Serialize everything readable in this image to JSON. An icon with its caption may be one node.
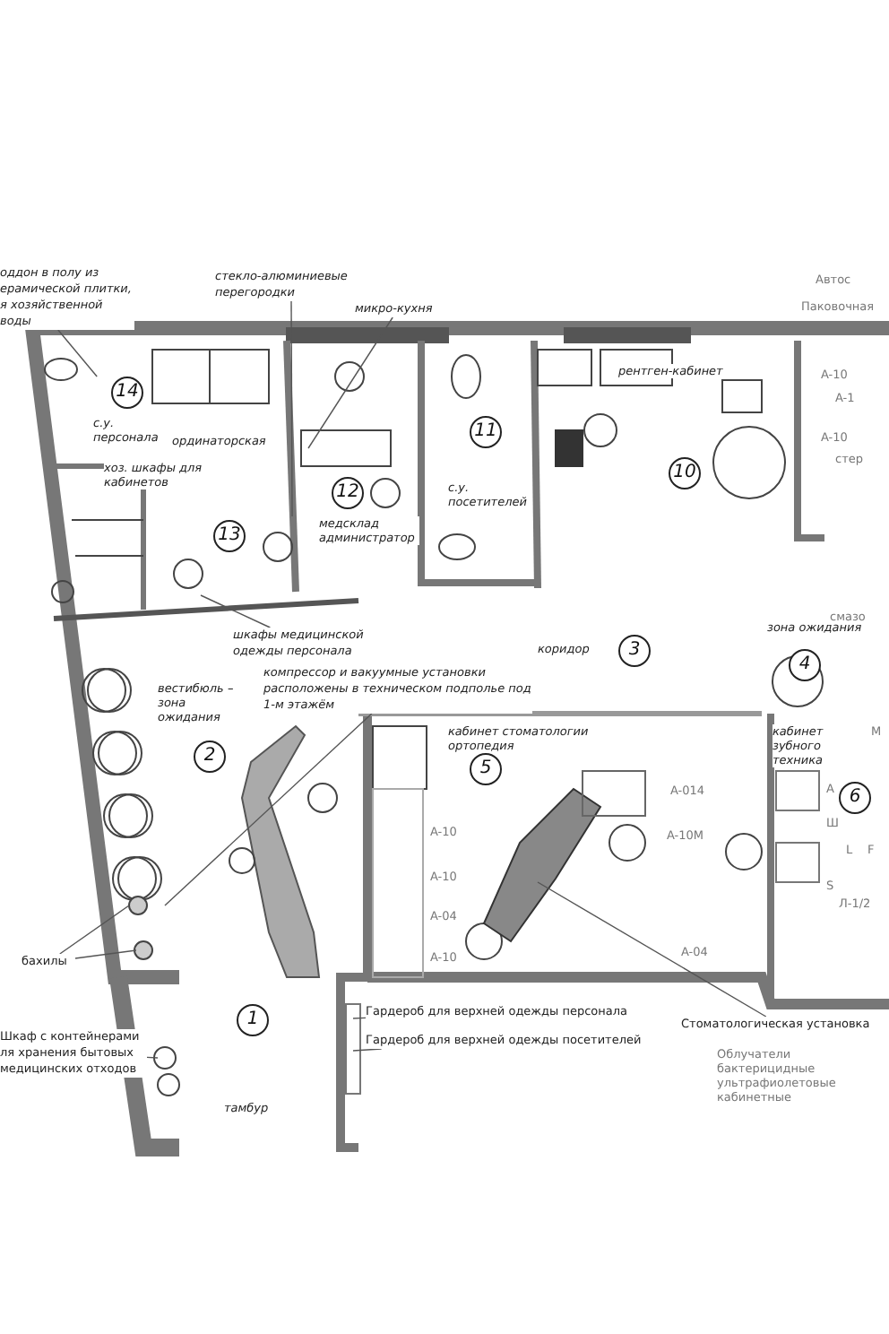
{
  "diagram": {
    "nodes": [
      {
        "text": [
          "14",
          "с.у. персонала"
        ]
      },
      {
        "text": [
          "ординаторская",
          "13"
        ]
      },
      {
        "text": [
          "12",
          "медсклад администратор"
        ]
      },
      {
        "text": [
          "11",
          "с.у. посетителей"
        ]
      },
      {
        "text": [
          "рентген-кабинет",
          "10"
        ]
      },
      {
        "text": [
          "вестибюль – зона ожидания",
          "2"
        ]
      },
      {
        "text": [
          "коридор",
          "3"
        ]
      },
      {
        "text": [
          "зона ожидания",
          "4"
        ]
      },
      {
        "text": [
          "кабинет стоматологии ортопедия",
          "5"
        ]
      },
      {
        "text": [
          "кабинет зубного техника",
          "6"
        ]
      },
      {
        "text": [
          "1",
          "тамбур"
        ]
      },
      {
        "text": [
          "оддон в полу из ерамической плитки, я хозяйственной воды"
        ]
      },
      {
        "text": [
          "стекло-алюминиевые перегородки"
        ]
      },
      {
        "text": [
          "микро-кухня"
        ]
      },
      {
        "text": [
          "шкафы медицинской одежды персонала"
        ]
      },
      {
        "text": [
          "компрессор и вакуумные установки расположены в техническом подполье под 1-м этажём"
        ]
      },
      {
        "text": [
          "бахилы"
        ]
      },
      {
        "text": [
          "Шкаф с контейнерами ля хранения бытовых медицинских отходов"
        ]
      },
      {
        "text": [
          "Гардероб для верхней одежды персонала"
        ]
      },
      {
        "text": [
          "Гардероб для верхней одежды посетителей"
        ]
      },
      {
        "text": [
          "Стоматологическая установка"
        ]
      }
    ],
    "edges": [
      {
        "from": 11,
        "to": 0,
        "arrow": "none"
      },
      {
        "from": 12,
        "to": null,
        "arrow": "none"
      },
      {
        "from": 13,
        "to": null,
        "arrow": "none"
      },
      {
        "from": 14,
        "to": null,
        "arrow": "none"
      },
      {
        "from": 15,
        "to": null,
        "arrow": "none"
      },
      {
        "from": 16,
        "to": null,
        "arrow": "none"
      },
      {
        "from": 16,
        "to": null,
        "arrow": "none"
      },
      {
        "from": 17,
        "to": null,
        "arrow": "none"
      },
      {
        "from": 18,
        "to": null,
        "arrow": "none"
      },
      {
        "from": 19,
        "to": null,
        "arrow": "none"
      },
      {
        "from": 20,
        "to": null,
        "arrow": "none"
      }
    ],
    "labels": [
      "Автос",
      "Паковочная",
      "хоз. шкафы для кабинетов",
      "A-10",
      "A-1",
      "A-10",
      "стер",
      "смазо",
      "A-014",
      "A-10",
      "A-10M",
      "A-10",
      "A-04",
      "A-10",
      "A-04",
      "M",
      "A",
      "Ш",
      "S",
      "L",
      "F",
      "Л-1/2",
      "Облучатели бактерицидные ультрафиолетовые кабинетные"
    ]
  }
}
